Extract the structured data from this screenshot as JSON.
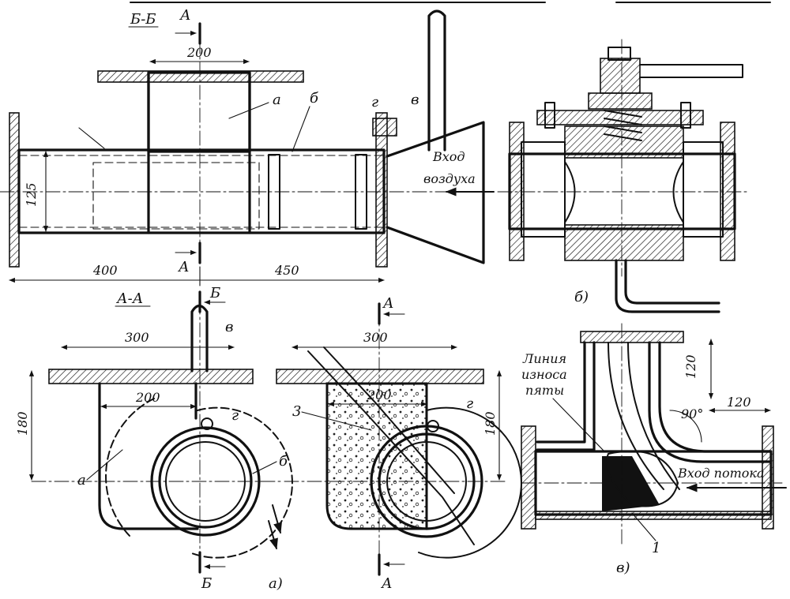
{
  "labels": {
    "section_bb": "Б-Б",
    "section_aa": "А-А",
    "cut_a": "А",
    "cut_b": "Б",
    "part_a": "а",
    "part_b": "б",
    "part_v": "в",
    "part_g": "г",
    "part_3": "3",
    "part_1": "1",
    "fig_a": "а)",
    "fig_b": "б)",
    "fig_v": "в)"
  },
  "dimensions": {
    "d200_top": "200",
    "d125": "125",
    "d400": "400",
    "d450": "450",
    "d300_left": "300",
    "d200_left": "200",
    "d180_left": "180",
    "d300_mid": "300",
    "d200_mid": "200",
    "d180_mid": "180",
    "d120_vert": "120",
    "d120_horiz": "120",
    "angle": "90°"
  },
  "annotations": {
    "air_inlet_1": "Вход",
    "air_inlet_2": "воздуха",
    "wear_line_1": "Линия",
    "wear_line_2": "износа",
    "wear_line_3": "пяты",
    "flow_inlet": "Вход потока"
  },
  "colors": {
    "ink": "#111111",
    "paper": "#ffffff"
  }
}
